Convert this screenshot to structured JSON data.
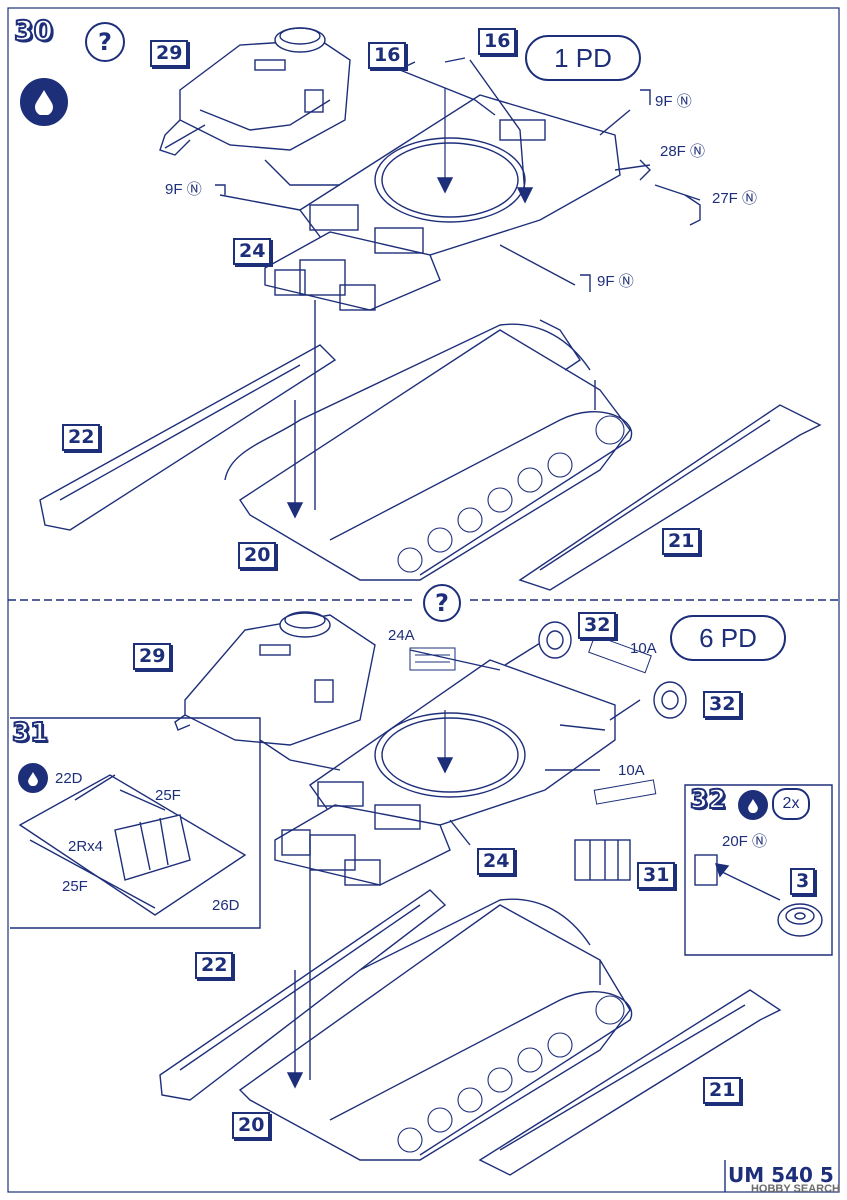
{
  "colors": {
    "ink": "#1e2f7a",
    "paper": "#ffffff"
  },
  "step": {
    "number": "30"
  },
  "top": {
    "variant": "1 PD",
    "parts": {
      "p29": "29",
      "p16a": "16",
      "p16b": "16",
      "p24": "24",
      "p22": "22",
      "p20": "20",
      "p21": "21"
    },
    "labels": {
      "l9f_a": "9F",
      "l28f": "28F",
      "l27f": "27F",
      "l9f_b": "9F",
      "l9f_c": "9F"
    }
  },
  "bottom": {
    "variant": "6 PD",
    "parts": {
      "p29": "29",
      "p31": "31",
      "p32a": "32",
      "p32b": "32",
      "p24": "24",
      "p31b": "31",
      "p22": "22",
      "p20": "20",
      "p21": "21"
    },
    "labels": {
      "l24a": "24A",
      "l10a_a": "10A",
      "l10a_b": "10A"
    },
    "inset31": {
      "num": "31",
      "l22d": "22D",
      "l25f_a": "25F",
      "l2rx4": "2Rx4",
      "l25f_b": "25F",
      "l26d": "26D"
    },
    "inset32": {
      "num": "32",
      "qty": "2x",
      "l20f": "20F",
      "p3": "3"
    }
  },
  "footer": {
    "code": "UM 540",
    "page": "5",
    "watermark": "HOBBY SEARCH"
  },
  "icons": [
    "question-icon",
    "glue-drop-icon",
    "cement-icon"
  ]
}
